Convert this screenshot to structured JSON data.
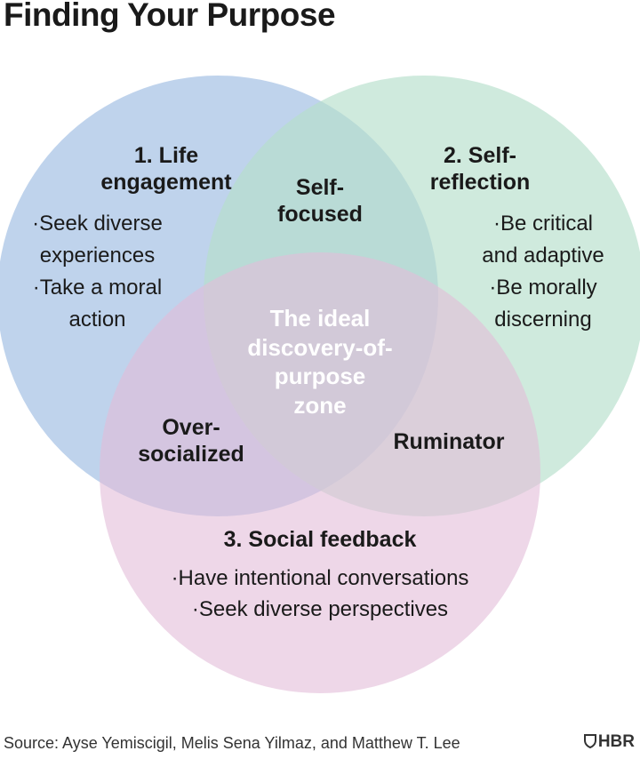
{
  "title": "Finding Your Purpose",
  "circles": {
    "engagement": {
      "heading_line1": "1. Life",
      "heading_line2": "engagement",
      "bullets": [
        "·Seek diverse",
        "experiences",
        "·Take a moral",
        "action"
      ],
      "color": "#a9c4e6"
    },
    "reflection": {
      "heading_line1": "2. Self-",
      "heading_line2": "reflection",
      "bullets": [
        "·Be critical",
        "and adaptive",
        "·Be morally",
        "discerning"
      ],
      "color": "#b5dfcb"
    },
    "social": {
      "heading": "3. Social feedback",
      "bullets": [
        "·Have intentional conversations",
        "·Seek diverse perspectives"
      ],
      "color": "#e3bcd9"
    }
  },
  "overlaps": {
    "self_focused": [
      "Self-",
      "focused"
    ],
    "over_socialized": [
      "Over-",
      "socialized"
    ],
    "ruminator": "Ruminator",
    "center": [
      "The ideal",
      "discovery-of-",
      "purpose",
      "zone"
    ]
  },
  "footer": {
    "source": "Source: Ayse Yemiscigil, Melis Sena Yilmaz, and Matthew T. Lee",
    "brand": "HBR"
  }
}
